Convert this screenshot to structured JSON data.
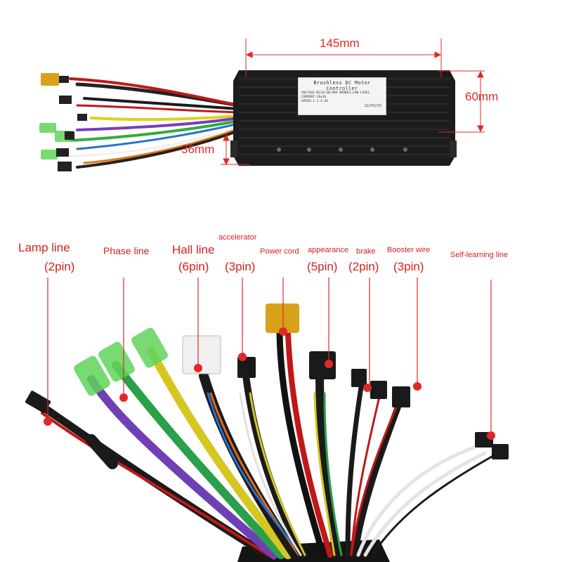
{
  "dimensions": {
    "length": "145mm",
    "height": "60mm",
    "width": "36mm"
  },
  "sticker": {
    "title": "Brushless DC Motor Controller",
    "line1": "VOLTAGE:DC24/36/48V  BRAKES:LOW LEVEL",
    "line2": "CURRENT:18±1A",
    "line3": "SPEED:1.1-4.2V",
    "date": "22/03/15"
  },
  "labels": {
    "lamp_name": "Lamp line",
    "lamp_pin": "(2pin)",
    "phase_name": "Phase line",
    "hall_name": "Hall line",
    "hall_pin": "(6pin)",
    "accel_name": "accelerator",
    "accel_pin": "(3pin)",
    "power_name": "Power cord",
    "appearance_name": "appearance",
    "appearance_pin": "(5pin)",
    "brake_name": "brake",
    "brake_pin": "(2pin)",
    "booster_name": "Booster wire",
    "booster_pin": "(3pin)",
    "self_name": "Self-learning line"
  },
  "colors": {
    "annotation_red": "#e02828",
    "controller_body": "#1c1c1c",
    "connector_green": "#5fd35a",
    "connector_yellow": "#d9a01a"
  }
}
